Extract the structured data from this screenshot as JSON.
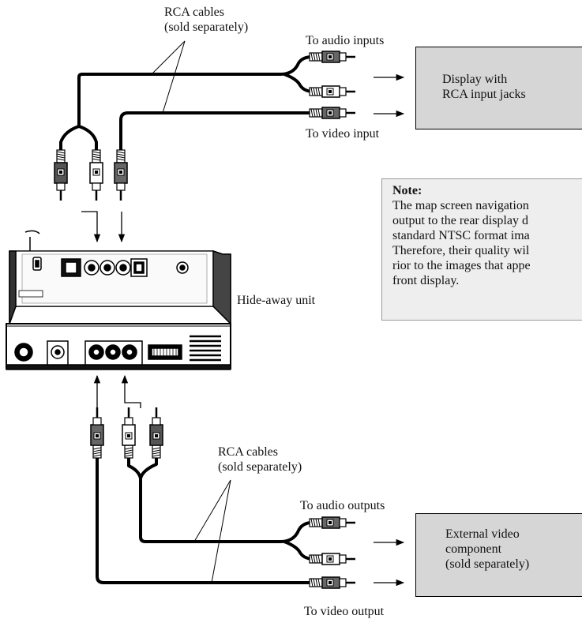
{
  "top": {
    "cables_label": "RCA cables\n(sold separately)",
    "audio_label": "To audio inputs",
    "video_label": "To video input",
    "display_box": "Display with\nRCA input jacks"
  },
  "unit_label": "Hide-away unit",
  "note": {
    "title": "Note:",
    "body": "The map screen navigation\noutput to the rear display d\nstandard NTSC format ima\nTherefore, their quality wil\nrior to the images that appe\nfront display."
  },
  "bottom": {
    "cables_label": "RCA cables\n(sold separately)",
    "audio_label": "To audio outputs",
    "video_label": "To video output",
    "component_box": "External video\ncomponent\n(sold separately)"
  },
  "colors": {
    "display_fill": "#d6d6d6",
    "note_fill": "#eeeeee",
    "plug_dark": "#555555"
  }
}
